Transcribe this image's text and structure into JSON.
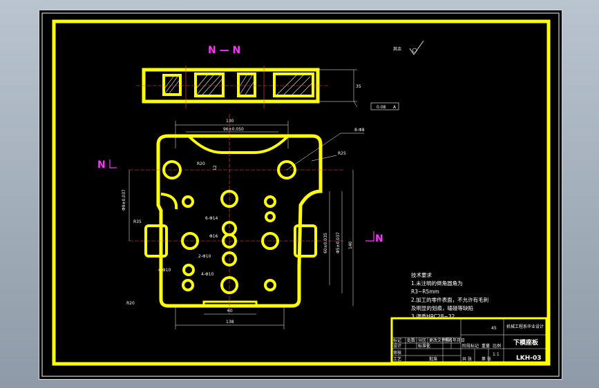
{
  "section_labels": {
    "top_view": "N — N",
    "left_cut": "N",
    "right_cut": "N"
  },
  "roughness": {
    "label": "其余"
  },
  "dimensions": {
    "overall_width": "130",
    "inner_width": "96±0.050",
    "bottom_width": "138",
    "bottom_slot": "60",
    "holes_count": "8-Φ8",
    "holes_small": "6-Φ14",
    "hole_mid": "Φ16",
    "r_small": "R35",
    "r_large": "R25",
    "r_slot": "R20",
    "r_corner": "R20",
    "four_holes": "4-Φ10",
    "four_holes_b": "4-Φ10",
    "hole_text_b": "2-Φ10",
    "side_left": "Φ9±0.037",
    "side_right_a": "60±0.035",
    "side_right_b": "Φ5±0.037",
    "side_height": "140",
    "small_dim": "12",
    "left_dim": "4-Φ10",
    "depth": "35",
    "pos_tol": "0.08",
    "tol_ref": "A"
  },
  "tech_notes": {
    "title": "技术要求",
    "lines": [
      "1.未注明的倒角圆角为",
      "R3~R5mm",
      "2.加工的零件表面，不允许有毛刺",
      "及明显的划痕，磕碰等缺陷",
      "3.调质HRC28~32"
    ]
  },
  "title_block": {
    "material": "45",
    "part_name": "下模座板",
    "drawing_no": "LKH-03",
    "project": "机械工程系毕业设计",
    "scale": "1:1",
    "row_labels": [
      "标记",
      "处数",
      "分区",
      "更改文件号",
      "签名",
      "年月日"
    ],
    "row_labels_b": [
      "设计",
      "标准化",
      "阶段标记",
      "重量",
      "比例"
    ],
    "row_labels_c": [
      "审核"
    ],
    "row_labels_d": [
      "工艺",
      "批准",
      "共 张",
      "第 张"
    ]
  }
}
